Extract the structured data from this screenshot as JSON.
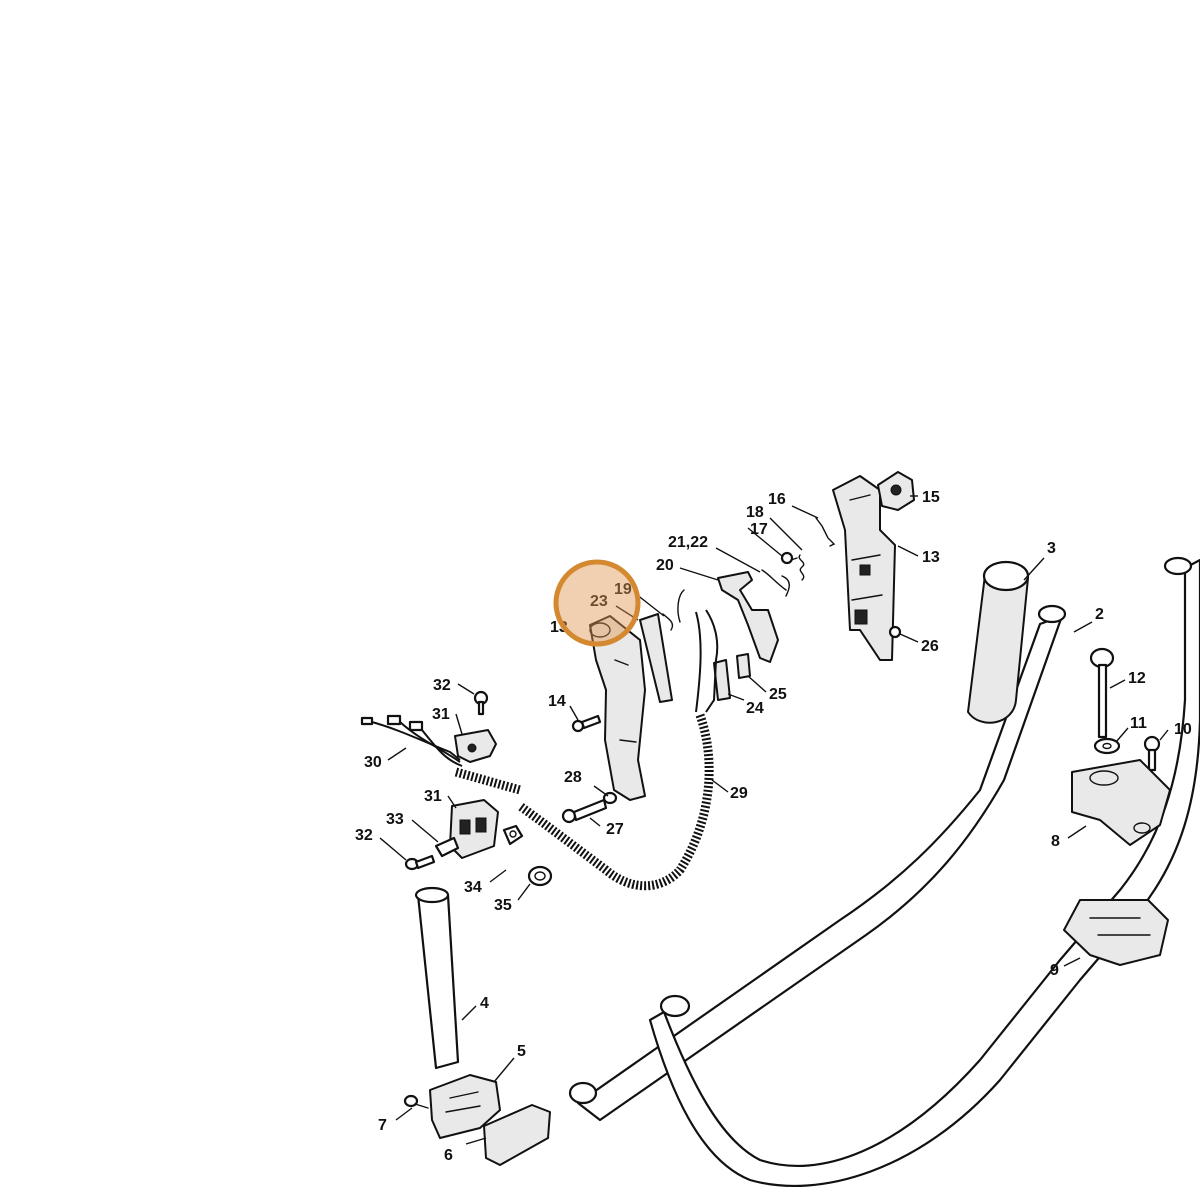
{
  "highlight": {
    "color": "#d4882f",
    "fill": "rgba(222,150,80,0.45)"
  },
  "parts": [
    {
      "id": "p2",
      "label": "2"
    },
    {
      "id": "p3",
      "label": "3"
    },
    {
      "id": "p4",
      "label": "4"
    },
    {
      "id": "p5",
      "label": "5"
    },
    {
      "id": "p6",
      "label": "6"
    },
    {
      "id": "p7",
      "label": "7"
    },
    {
      "id": "p8",
      "label": "8"
    },
    {
      "id": "p9",
      "label": "9"
    },
    {
      "id": "p10",
      "label": "10"
    },
    {
      "id": "p11",
      "label": "11"
    },
    {
      "id": "p12",
      "label": "12"
    },
    {
      "id": "p13a",
      "label": "13"
    },
    {
      "id": "p13b",
      "label": "13"
    },
    {
      "id": "p14",
      "label": "14"
    },
    {
      "id": "p15",
      "label": "15"
    },
    {
      "id": "p16",
      "label": "16"
    },
    {
      "id": "p17",
      "label": "17"
    },
    {
      "id": "p18",
      "label": "18"
    },
    {
      "id": "p19",
      "label": "19"
    },
    {
      "id": "p20",
      "label": "20"
    },
    {
      "id": "p2122",
      "label": "21,22"
    },
    {
      "id": "p23",
      "label": "23"
    },
    {
      "id": "p24",
      "label": "24"
    },
    {
      "id": "p25",
      "label": "25"
    },
    {
      "id": "p26",
      "label": "26"
    },
    {
      "id": "p27",
      "label": "27"
    },
    {
      "id": "p28",
      "label": "28"
    },
    {
      "id": "p29",
      "label": "29"
    },
    {
      "id": "p30",
      "label": "30"
    },
    {
      "id": "p31a",
      "label": "31"
    },
    {
      "id": "p31b",
      "label": "31"
    },
    {
      "id": "p32a",
      "label": "32"
    },
    {
      "id": "p32b",
      "label": "32"
    },
    {
      "id": "p33",
      "label": "33"
    },
    {
      "id": "p34",
      "label": "34"
    },
    {
      "id": "p35",
      "label": "35"
    }
  ]
}
